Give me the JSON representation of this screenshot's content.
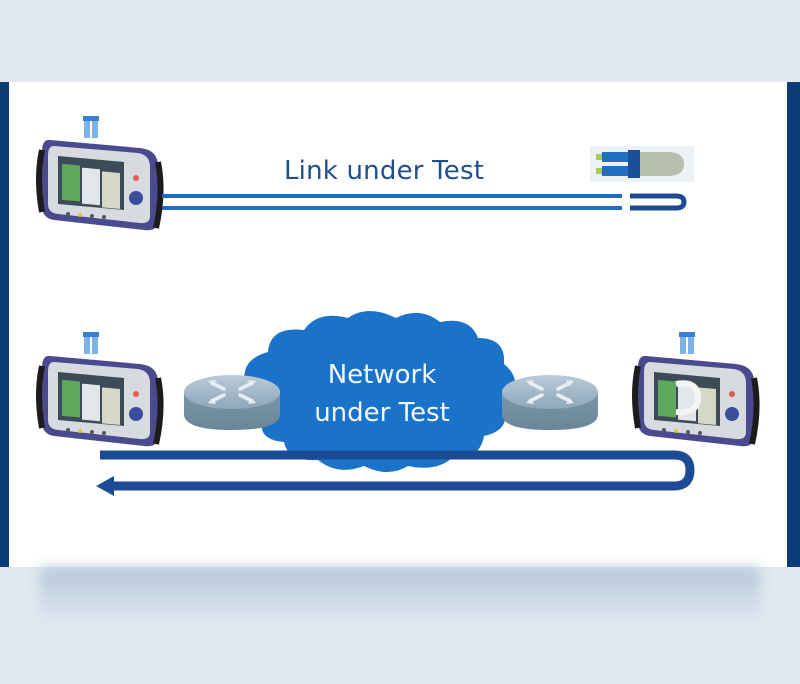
{
  "diagram": {
    "title": "Loopback test setups",
    "top_scenario": {
      "label": "Link under Test",
      "elements": [
        "handheld-tester",
        "fiber-link",
        "fiber-loopback-plug"
      ]
    },
    "bottom_scenario": {
      "label_line1": "Network",
      "label_line2": "under Test",
      "elements": [
        "handheld-tester",
        "router",
        "network-cloud",
        "router",
        "handheld-tester-loopback"
      ],
      "signal_path": "out-and-back loop returning to the left tester"
    },
    "colors": {
      "frame": "#0d3b78",
      "link_line": "#1e6fc0",
      "cloud": "#1a73c9",
      "loop_path": "#1d4a94",
      "label_text": "#1f4f8e",
      "background": "#e1e8f0"
    }
  }
}
